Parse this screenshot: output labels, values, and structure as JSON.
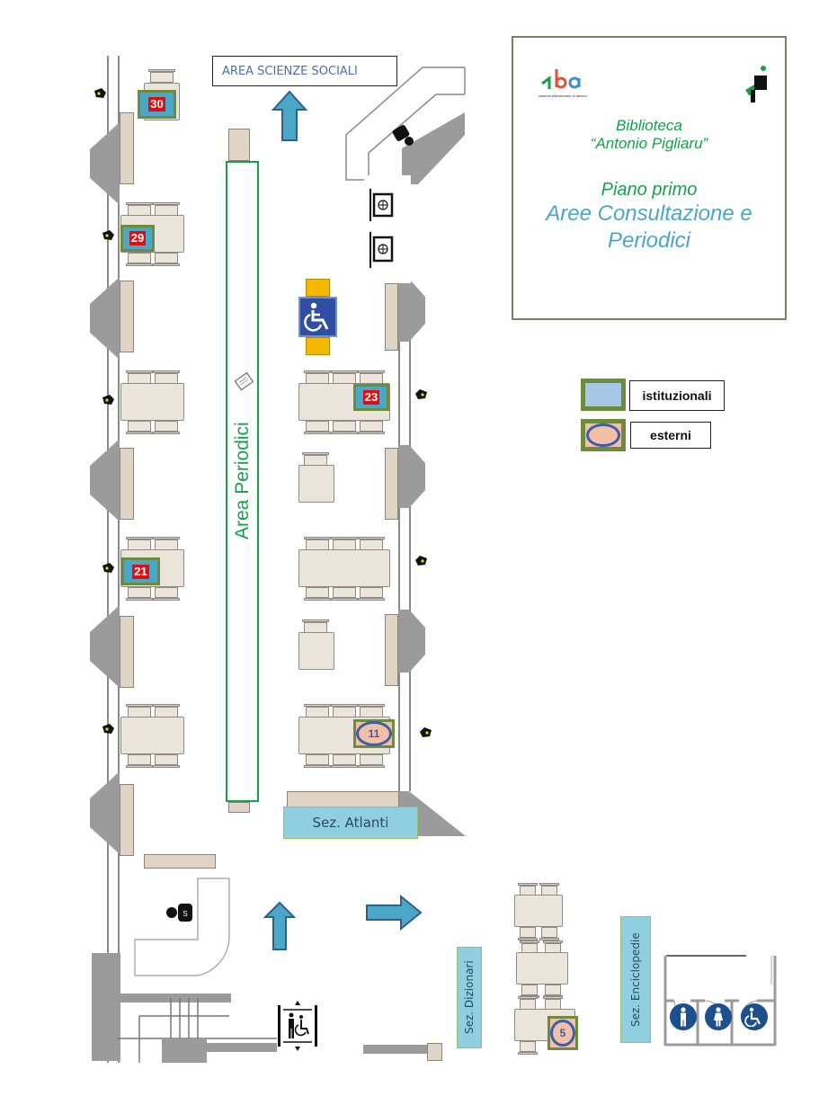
{
  "title_card": {
    "logo_text": "aba",
    "logo_subtitle": "sistema bibliotecario di ateneo",
    "library_line1": "Biblioteca",
    "library_line2": "“Antonio Pigliaru”",
    "floor": "Piano primo",
    "area_line1": "Aree Consultazione e",
    "area_line2": "Periodici"
  },
  "legend": {
    "items": [
      {
        "label": "istituzionali",
        "swatch_color": "#a6c8e6",
        "border_color": "#6d8a3d"
      },
      {
        "label": "esterni",
        "swatch_color": "#f2bfa8",
        "border_color": "#6d8a3d",
        "oval_color": "#3b5ea8"
      }
    ]
  },
  "labels": {
    "area_scienze_sociali": "AREA SCIENZE SOCIALI",
    "area_periodici": "Area Periodici",
    "sez_atlanti": "Sez. Atlanti",
    "sez_dizionari": "Sez. Dizionari",
    "sez_enciclopedie": "Sez. Enciclopedie"
  },
  "seats": {
    "institutional": [
      "30",
      "29",
      "23",
      "21"
    ],
    "external": [
      "11",
      "5"
    ]
  },
  "icons": {
    "accessible": "wheelchair-icon",
    "elevator": "elevator-icon",
    "restroom_men": "restroom-men-icon",
    "restroom_women": "restroom-women-icon",
    "restroom_accessible": "restroom-accessible-icon",
    "power_outlet": "power-plug-icon",
    "computer": "computer-terminal-icon",
    "desk_staff": "staff-desk-icon",
    "magazine": "magazine-icon"
  },
  "colors": {
    "institutional_seat": "#4aa8c6",
    "seat_number_bg": "#e00d13",
    "external_seat": "#f2bfa8",
    "periodici_green": "#17a04a",
    "arrow_blue": "#4aa8c6",
    "wheelchair_blue": "#2e4fa3",
    "wheelchair_yellow": "#f5b800"
  }
}
